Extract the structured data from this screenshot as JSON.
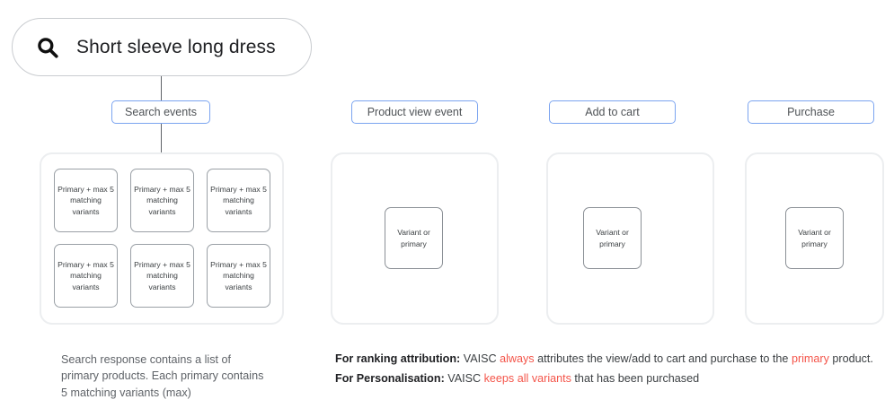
{
  "search": {
    "icon": "search-icon",
    "query": "Short sleeve long dress"
  },
  "flow": {
    "chips": [
      {
        "id": "search-events",
        "label": "Search events"
      },
      {
        "id": "product-view-event",
        "label": "Product view event"
      },
      {
        "id": "add-to-cart",
        "label": "Add to cart"
      },
      {
        "id": "purchase",
        "label": "Purchase"
      }
    ]
  },
  "search_results": {
    "boxes": [
      {
        "label": "Primary + max 5 matching variants"
      },
      {
        "label": "Primary + max 5 matching variants"
      },
      {
        "label": "Primary + max 5 matching variants"
      },
      {
        "label": "Primary + max 5 matching variants"
      },
      {
        "label": "Primary + max 5 matching variants"
      },
      {
        "label": "Primary + max 5 matching variants"
      }
    ],
    "caption": "Search response contains a list of primary products. Each primary contains 5 matching variants (max)"
  },
  "event_cards": [
    {
      "id": "product-view-event",
      "variant_label": "Variant or primary"
    },
    {
      "id": "add-to-cart",
      "variant_label": "Variant or primary"
    },
    {
      "id": "purchase",
      "variant_label": "Variant or primary"
    }
  ],
  "notes": {
    "ranking": {
      "lead": "For ranking attribution:",
      "part1": " VAISC ",
      "hl1": "always",
      "part2": " attributes the view/add to cart and purchase to the ",
      "hl2": "primary",
      "part3": " product."
    },
    "personalisation": {
      "lead": "For Personalisation:",
      "part1": " VAISC ",
      "hl1": "keeps all variants",
      "part2": " that has been purchased"
    }
  },
  "colors": {
    "chip_border": "#7ba4f0",
    "card_border": "#eceef0",
    "box_border": "#9aa0a6",
    "highlight": "#f4554a",
    "connector": "#5f6368",
    "text": "#3c4043"
  }
}
